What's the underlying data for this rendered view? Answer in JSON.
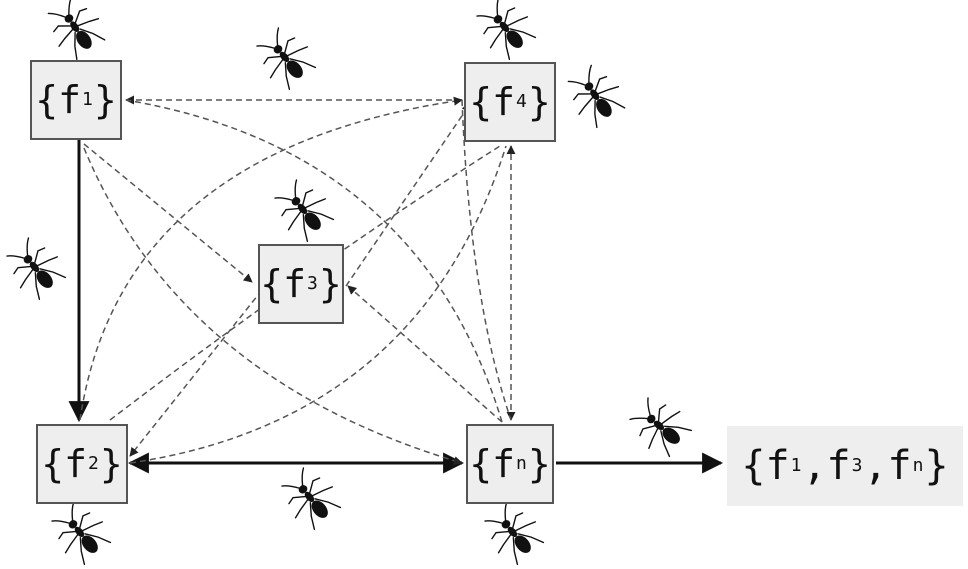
{
  "nodes": {
    "f1": {
      "open": "{f",
      "sub": "1",
      "close": "}"
    },
    "f2": {
      "open": "{f",
      "sub": "2",
      "close": "}"
    },
    "f3": {
      "open": "{f",
      "sub": "3",
      "close": "}"
    },
    "f4": {
      "open": "{f",
      "sub": "4",
      "close": "}"
    },
    "fn": {
      "open": "{f",
      "sub": "n",
      "close": "}"
    },
    "result": {
      "open": "{f",
      "sub1": "1",
      "sep1": ",f",
      "sub2": "3",
      "sep2": ",f",
      "sub3": "n",
      "close": "}"
    }
  },
  "edges": [
    {
      "from": "f1",
      "to": "f2",
      "style": "solid"
    },
    {
      "from": "f2",
      "to": "fn",
      "style": "solid",
      "bidirectional": true
    },
    {
      "from": "fn",
      "to": "result",
      "style": "solid"
    },
    {
      "from": "f4",
      "to": "f1",
      "style": "dashed"
    },
    {
      "from": "f1",
      "to": "f3",
      "style": "dashed"
    },
    {
      "from": "f3",
      "to": "f4",
      "style": "dashed"
    },
    {
      "from": "f3",
      "to": "f2",
      "style": "dashed"
    },
    {
      "from": "fn",
      "to": "f3",
      "style": "dashed"
    },
    {
      "from": "fn",
      "to": "f4",
      "style": "dashed",
      "bidirectional": true
    },
    {
      "from": "f1",
      "to": "fn",
      "style": "dashed"
    },
    {
      "from": "f2",
      "to": "f4",
      "style": "dashed"
    },
    {
      "from": "f4",
      "to": "fn",
      "style": "dashed"
    },
    {
      "from": "fn",
      "to": "f1",
      "style": "dashed"
    },
    {
      "from": "f2",
      "to": "fn",
      "style": "dashed"
    },
    {
      "from": "f2",
      "to": "f1",
      "style": "dashed"
    }
  ],
  "icons": {
    "ant": "ant-icon"
  },
  "colors": {
    "box_fill": "#eeeeee",
    "box_border": "#555555",
    "line": "#111111",
    "dashed_line": "#555555"
  }
}
